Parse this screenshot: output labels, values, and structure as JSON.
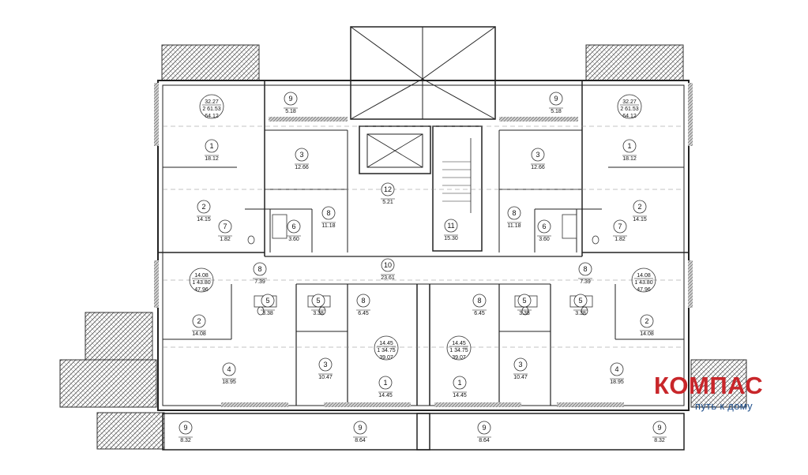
{
  "brand": {
    "name": "КОМПАС",
    "tagline": "путь к дому",
    "colors": {
      "primary": "#c8262a",
      "secondary": "#1e4f8c"
    }
  },
  "rooms": [
    {
      "id": "L-9-top",
      "n": "9",
      "area": "5.18"
    },
    {
      "id": "L-apt-sum",
      "lines": [
        "32.27",
        "2 61.53",
        "64.12"
      ]
    },
    {
      "id": "L-1-top",
      "n": "1",
      "area": "18.12"
    },
    {
      "id": "L-3-top",
      "n": "3",
      "area": "12.66"
    },
    {
      "id": "L-2-top",
      "n": "2",
      "area": "14.15"
    },
    {
      "id": "L-7",
      "n": "7",
      "area": "1.82"
    },
    {
      "id": "L-6",
      "n": "6",
      "area": "3.60"
    },
    {
      "id": "L-8-top",
      "n": "8",
      "area": "11.18"
    },
    {
      "id": "C-12",
      "n": "12",
      "area": "5.21"
    },
    {
      "id": "C-11",
      "n": "11",
      "area": "15.30"
    },
    {
      "id": "C-10",
      "n": "10",
      "area": "23.61"
    },
    {
      "id": "R-9-top",
      "n": "9",
      "area": "5.18"
    },
    {
      "id": "R-apt-sum",
      "lines": [
        "32.27",
        "2 61.53",
        "64.12"
      ]
    },
    {
      "id": "R-1-top",
      "n": "1",
      "area": "18.12"
    },
    {
      "id": "R-3-top",
      "n": "3",
      "area": "12.66"
    },
    {
      "id": "R-2-top",
      "n": "2",
      "area": "14.15"
    },
    {
      "id": "R-7",
      "n": "7",
      "area": "1.82"
    },
    {
      "id": "R-6",
      "n": "6",
      "area": "3.60"
    },
    {
      "id": "R-8-top",
      "n": "8",
      "area": "11.18"
    },
    {
      "id": "L-8-mid",
      "n": "8",
      "area": "7.39"
    },
    {
      "id": "L-apt2-sum",
      "lines": [
        "14.08",
        "1 43.80",
        "47.96"
      ]
    },
    {
      "id": "L-5a",
      "n": "5",
      "area": "3.38"
    },
    {
      "id": "L-5b",
      "n": "5",
      "area": "3.38"
    },
    {
      "id": "L-8-low",
      "n": "8",
      "area": "6.45"
    },
    {
      "id": "L-2-low",
      "n": "2",
      "area": "14.08"
    },
    {
      "id": "L-4",
      "n": "4",
      "area": "18.95"
    },
    {
      "id": "L-3-low",
      "n": "3",
      "area": "10.47"
    },
    {
      "id": "L-apt3-sum",
      "lines": [
        "14.45",
        "1 34.75",
        "39.07"
      ]
    },
    {
      "id": "L-1-low",
      "n": "1",
      "area": "14.45"
    },
    {
      "id": "R-8-mid",
      "n": "8",
      "area": "7.39"
    },
    {
      "id": "R-apt2-sum",
      "lines": [
        "14.08",
        "1 43.80",
        "47.96"
      ]
    },
    {
      "id": "R-5a",
      "n": "5",
      "area": "3.38"
    },
    {
      "id": "R-5b",
      "n": "5",
      "area": "3.38"
    },
    {
      "id": "R-8-low",
      "n": "8",
      "area": "6.45"
    },
    {
      "id": "R-2-low",
      "n": "2",
      "area": "14.08"
    },
    {
      "id": "R-4",
      "n": "4",
      "area": "18.95"
    },
    {
      "id": "R-3-low",
      "n": "3",
      "area": "10.47"
    },
    {
      "id": "R-apt3-sum",
      "lines": [
        "14.45",
        "1 34.75",
        "39.07"
      ]
    },
    {
      "id": "R-1-low",
      "n": "1",
      "area": "14.45"
    },
    {
      "id": "L-9-b1",
      "n": "9",
      "area": "8.32"
    },
    {
      "id": "L-9-b2",
      "n": "9",
      "area": "8.64"
    },
    {
      "id": "R-9-b2",
      "n": "9",
      "area": "8.64"
    },
    {
      "id": "R-9-b1",
      "n": "9",
      "area": "8.32"
    }
  ]
}
